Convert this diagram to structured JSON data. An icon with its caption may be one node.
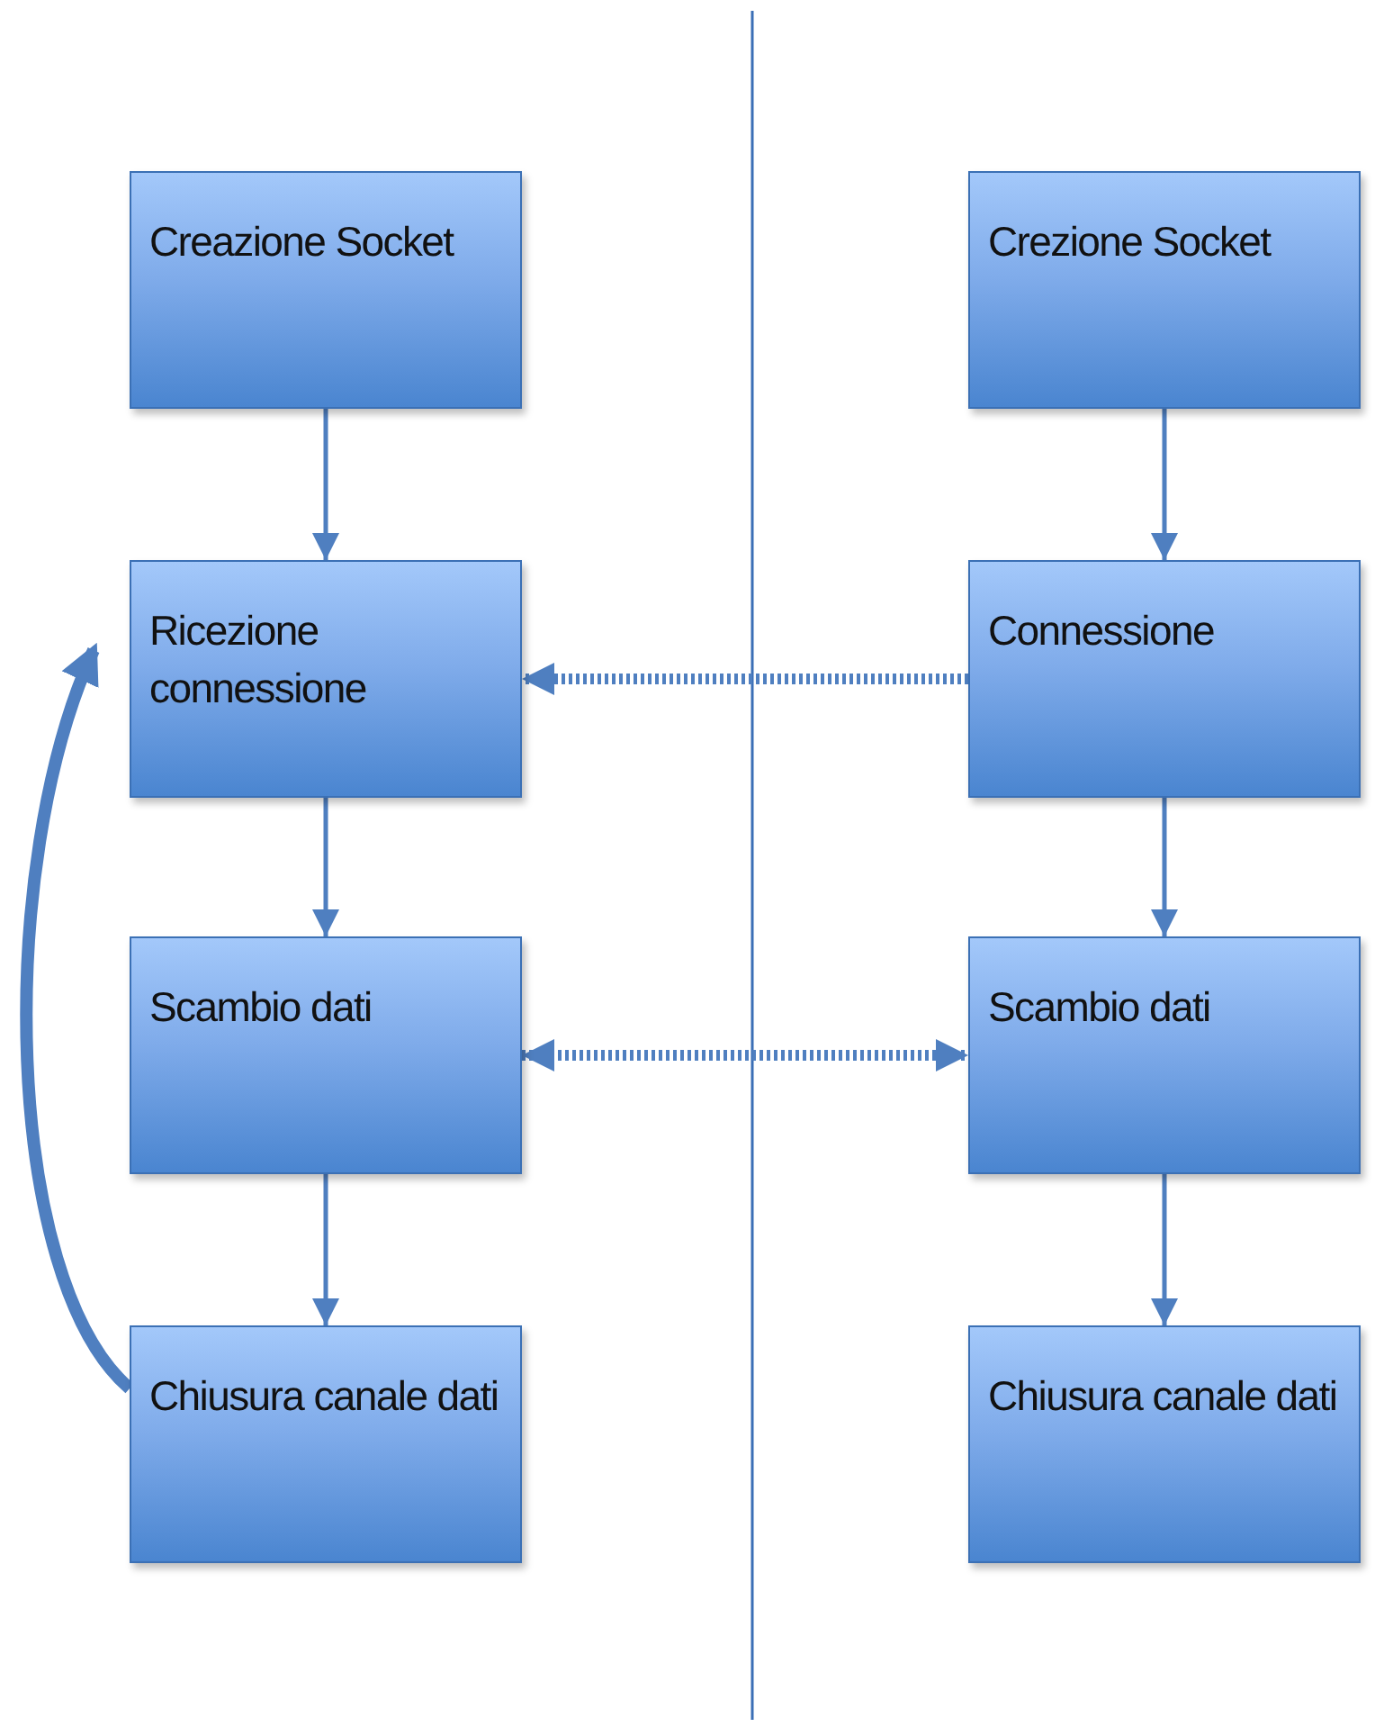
{
  "diagram": {
    "nodes": [
      {
        "text": [
          "Creazione Socket"
        ]
      },
      {
        "text": [
          "Ricezione connessione"
        ]
      },
      {
        "text": [
          "Scambio dati"
        ]
      },
      {
        "text": [
          "Chiusura canale dati"
        ]
      },
      {
        "text": [
          "Crezione Socket"
        ]
      },
      {
        "text": [
          "Connessione"
        ]
      },
      {
        "text": [
          "Scambio dati"
        ]
      },
      {
        "text": [
          "Chiusura canale dati"
        ]
      }
    ],
    "edges": [
      {
        "from": 0,
        "to": 1,
        "arrow": "to"
      },
      {
        "from": 1,
        "to": 2,
        "arrow": "to"
      },
      {
        "from": 2,
        "to": 3,
        "arrow": "to"
      },
      {
        "from": 3,
        "to": 1,
        "arrow": "to",
        "style": "thick"
      },
      {
        "from": 4,
        "to": 5,
        "arrow": "to"
      },
      {
        "from": 5,
        "to": 6,
        "arrow": "to"
      },
      {
        "from": 6,
        "to": 7,
        "arrow": "to"
      },
      {
        "from": 5,
        "to": 1,
        "arrow": "to",
        "style": "dashed"
      },
      {
        "from": 2,
        "to": 6,
        "arrow": "both",
        "style": "dashed"
      }
    ]
  }
}
